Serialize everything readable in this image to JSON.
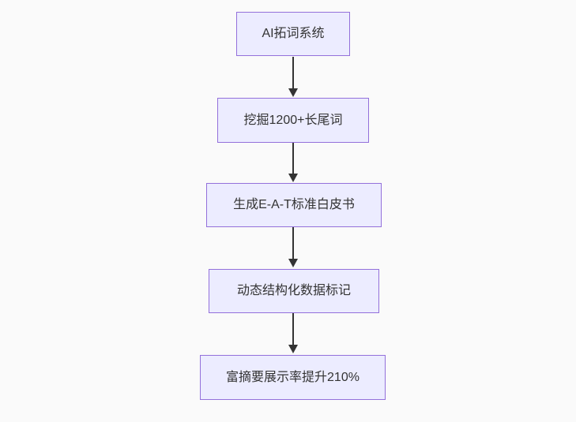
{
  "diagram": {
    "type": "flowchart-top-down",
    "nodes": [
      {
        "id": "step-1",
        "label": "AI拓词系统"
      },
      {
        "id": "step-2",
        "label": "挖掘1200+长尾词"
      },
      {
        "id": "step-3",
        "label": "生成E-A-T标准白皮书"
      },
      {
        "id": "step-4",
        "label": "动态结构化数据标记"
      },
      {
        "id": "step-5",
        "label": "富摘要展示率提升210%"
      }
    ],
    "edges": [
      {
        "from": "step-1",
        "to": "step-2"
      },
      {
        "from": "step-2",
        "to": "step-3"
      },
      {
        "from": "step-3",
        "to": "step-4"
      },
      {
        "from": "step-4",
        "to": "step-5"
      }
    ],
    "colors": {
      "background": "#FAFAFA",
      "node_fill": "#ECECFF",
      "node_border": "#9370DB",
      "node_text": "#333333",
      "arrow": "#333333"
    }
  }
}
